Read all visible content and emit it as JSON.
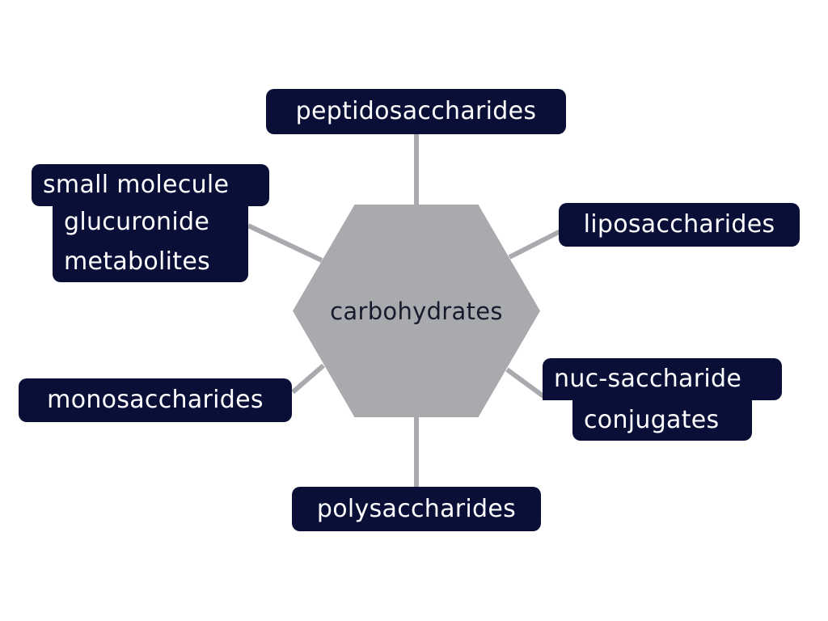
{
  "diagram": {
    "center": {
      "label": "carbohydrates",
      "shape": "hexagon",
      "color": "#a9aaae"
    },
    "node_color": "#0a0f38",
    "connector_color": "#a9aaae",
    "nodes": {
      "top": {
        "label": "peptidosaccharides"
      },
      "top_right": {
        "label": "liposaccharides"
      },
      "bottom_right": {
        "lines": [
          "nuc-saccharide",
          "conjugates"
        ]
      },
      "bottom": {
        "label": "polysaccharides"
      },
      "bottom_left": {
        "label": "monosaccharides"
      },
      "top_left": {
        "lines": [
          "small molecule",
          "glucuronide",
          "metabolites"
        ]
      }
    }
  }
}
